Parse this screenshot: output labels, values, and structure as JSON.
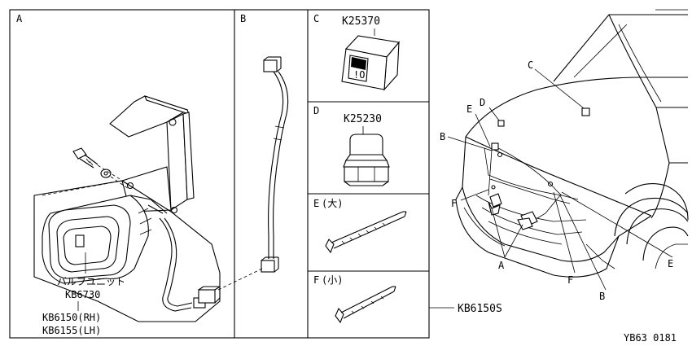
{
  "panels": {
    "a": {
      "letter": "A",
      "bulb_label": "バルブユニット",
      "bulb_part": "KB6730",
      "lamp_rh": "KB6150(RH)",
      "lamp_lh": "KB6155(LH)"
    },
    "b": {
      "letter": "B"
    },
    "c": {
      "letter": "C",
      "part": "K25370"
    },
    "d": {
      "letter": "D",
      "part": "K25230"
    },
    "e": {
      "letter": "E",
      "size": "(大)"
    },
    "f": {
      "letter": "F",
      "size": "(小)"
    }
  },
  "set_part": "KB6150S",
  "vehicle": {
    "callouts": {
      "a": "A",
      "b_left": "B",
      "b_bottom": "B",
      "c": "C",
      "d": "D",
      "e_top": "E",
      "e_right": "E",
      "f_left": "F",
      "f_bottom": "F"
    }
  },
  "diagram_code": "YB63 0181"
}
